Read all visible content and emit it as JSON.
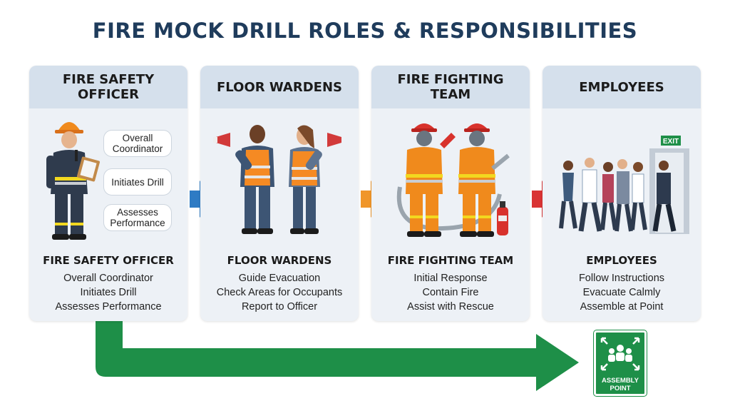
{
  "title": "FIRE MOCK DRILL ROLES & RESPONSIBILITIES",
  "colors": {
    "title": "#1f3c5c",
    "arrow_blue": "#2e7bc4",
    "arrow_orange": "#f0962a",
    "arrow_red": "#d93434",
    "route_green": "#1e8f48"
  },
  "cards": [
    {
      "header": "FIRE SAFETY OFFICER",
      "subtitle": "FIRE SAFETY OFFICER",
      "lines": [
        "Overall Coordinator",
        "Initiates Drill",
        "Assesses Performance"
      ],
      "bubbles": [
        "Overall Coordinator",
        "Initiates Drill",
        "Assesses Performance"
      ]
    },
    {
      "header": "FLOOR WARDENS",
      "subtitle": "FLOOR WARDENS",
      "lines": [
        "Guide Evacuation",
        "Check Areas for Occupants",
        "Report to Officer"
      ]
    },
    {
      "header": "FIRE FIGHTING TEAM",
      "subtitle": "FIRE FIGHTING TEAM",
      "lines": [
        "Initial Response",
        "Contain Fire",
        "Assist with Rescue"
      ]
    },
    {
      "header": "EMPLOYEES",
      "subtitle": "EMPLOYEES",
      "lines": [
        "Follow Instructions",
        "Evacuate Calmly",
        "Assemble at Point"
      ],
      "exit_sign": "EXIT"
    }
  ],
  "assembly_point": "ASSEMBLY POINT"
}
